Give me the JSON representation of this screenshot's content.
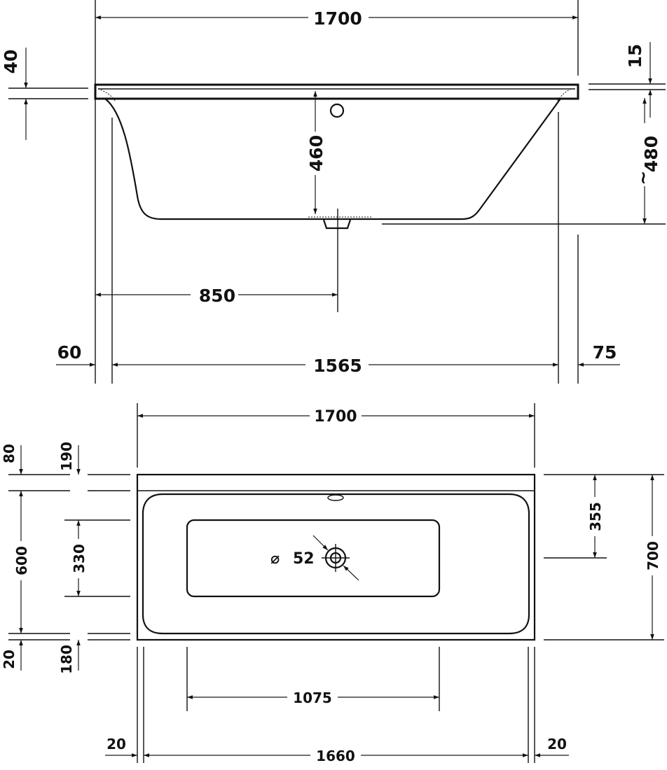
{
  "side_view": {
    "overall_length": "1700",
    "rim_thickness": "40",
    "rim_edge": "15",
    "inner_depth": "460",
    "overall_height": "480",
    "height_prefix": "~",
    "drain_position": "850",
    "inner_length": "1565",
    "left_offset": "60",
    "right_offset": "75"
  },
  "top_view": {
    "overall_length": "1700",
    "top_margin": "80",
    "deck_depth": "190",
    "inner_width": "600",
    "floor_width": "330",
    "bottom_margin_left": "20",
    "bottom_margin_right": "180",
    "drain_to_back": "355",
    "overall_width": "700",
    "drain_diameter": "52",
    "diameter_symbol": "⌀",
    "floor_length": "1075",
    "inner_length": "1660",
    "left_wall": "20",
    "right_wall": "20"
  }
}
